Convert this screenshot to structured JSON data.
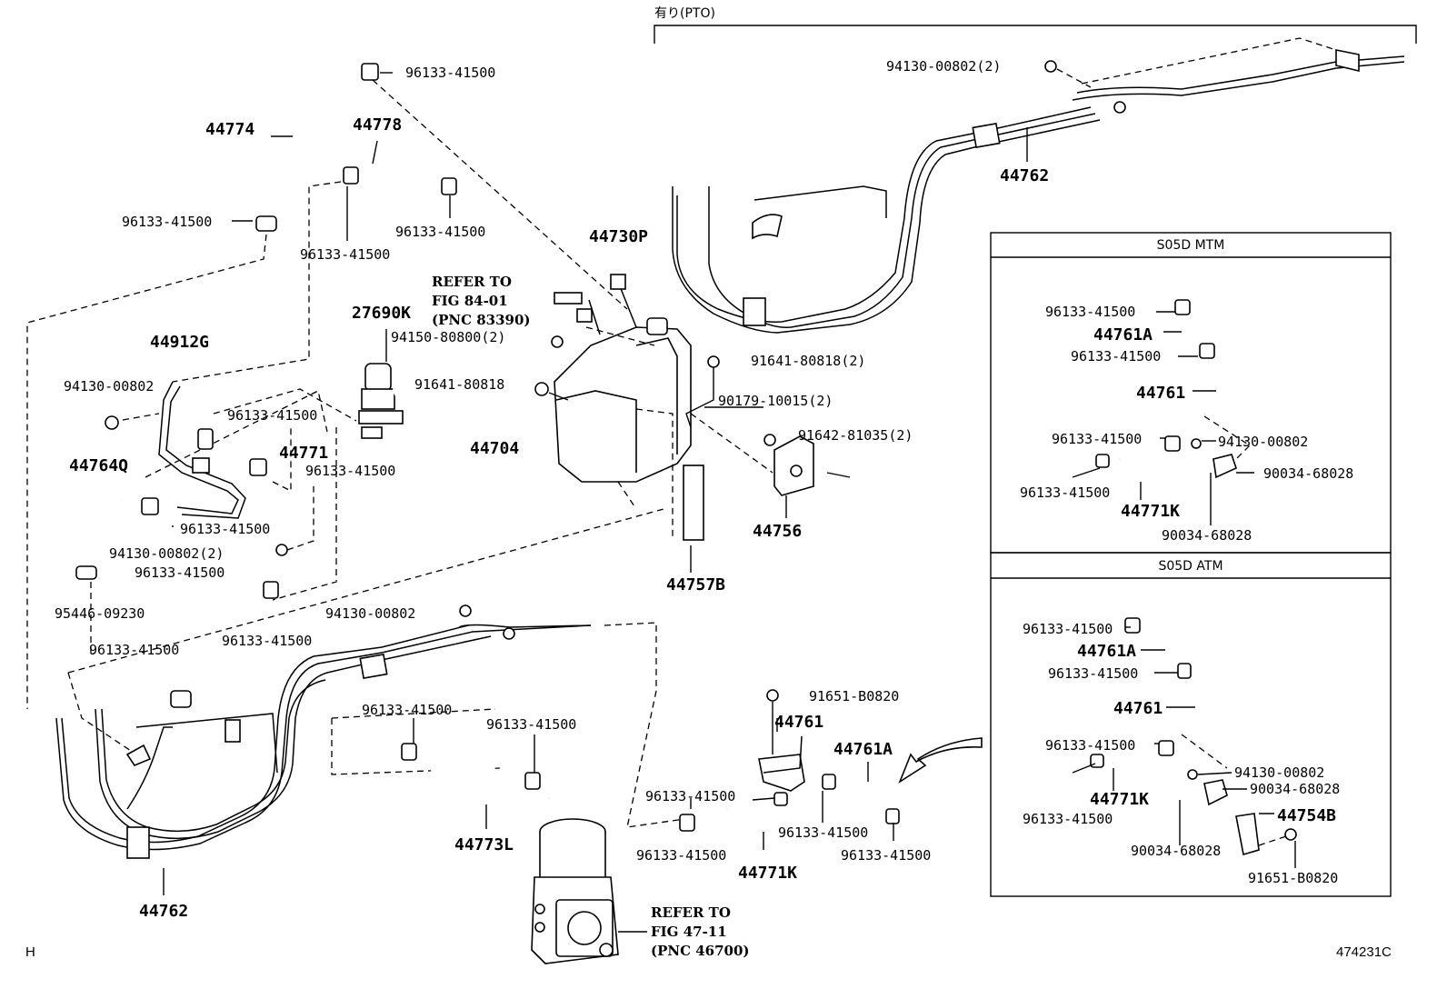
{
  "header": {
    "pto_label": "有り(PTO)"
  },
  "labels": {
    "l_96133_top": "96133-41500",
    "l_44774": "44774",
    "l_44778": "44778",
    "l_96133_a": "96133-41500",
    "l_96133_b": "96133-41500",
    "l_96133_c": "96133-41500",
    "l_44730p": "44730P",
    "l_refer1_a": "REFER TO",
    "l_refer1_b": "FIG 84-01",
    "l_refer1_c": "(PNC 83390)",
    "l_27690k": "27690K",
    "l_94150": "94150-80800(2)",
    "l_91641_a": "91641-80818",
    "l_91641_b": "91641-80818(2)",
    "l_90179": "90179-10015(2)",
    "l_91642": "91642-81035(2)",
    "l_44704": "44704",
    "l_44756": "44756",
    "l_44757b": "44757B",
    "l_44912g": "44912G",
    "l_94130_a": "94130-00802",
    "l_96133_d": "96133-41500",
    "l_44771": "44771",
    "l_96133_e": "96133-41500",
    "l_44764q": "44764Q",
    "l_96133_f": "96133-41500",
    "l_94130_b": "94130-00802(2)",
    "l_96133_g": "96133-41500",
    "l_95446": "95446-09230",
    "l_96133_h": "96133-41500",
    "l_96133_i": "96133-41500",
    "l_94130_c": "94130-00802",
    "l_96133_j": "96133-41500",
    "l_96133_k": "96133-41500",
    "l_44773l": "44773L",
    "l_44762_bot": "44762",
    "l_refer2_a": "REFER TO",
    "l_refer2_b": "FIG 47-11",
    "l_refer2_c": "(PNC 46700)",
    "l_91651_mid": "91651-B0820",
    "l_44761_mid": "44761",
    "l_44761a_mid": "44761A",
    "l_96133_m1": "96133-41500",
    "l_96133_m2": "96133-41500",
    "l_96133_m3": "96133-41500",
    "l_96133_m4": "96133-41500",
    "l_44771k_mid": "44771K",
    "l_94130_top": "94130-00802(2)",
    "l_44762_top": "44762"
  },
  "box_mtm": {
    "title": "S05D MTM",
    "l1": "96133-41500",
    "l2": "44761A",
    "l3": "96133-41500",
    "l4": "44761",
    "l5": "96133-41500",
    "l6": "94130-00802",
    "l7": "90034-68028",
    "l8": "96133-41500",
    "l9": "44771K",
    "l10": "90034-68028"
  },
  "box_atm": {
    "title": "S05D ATM",
    "l1": "96133-41500",
    "l2": "44761A",
    "l3": "96133-41500",
    "l4": "44761",
    "l5": "96133-41500",
    "l6": "94130-00802",
    "l7": "90034-68028",
    "l8": "44771K",
    "l9": "44754B",
    "l10": "96133-41500",
    "l11": "90034-68028",
    "l12": "91651-B0820"
  },
  "footer": {
    "left_mark": "H",
    "fig_id": "474231C"
  }
}
